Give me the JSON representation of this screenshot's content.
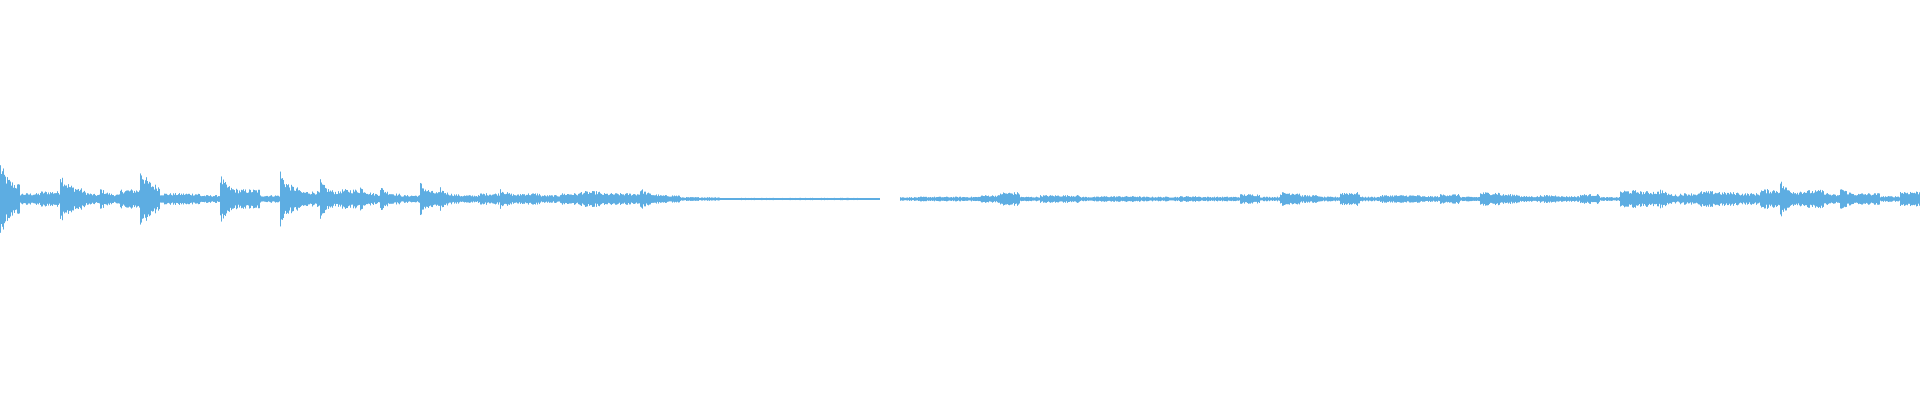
{
  "chart_data": {
    "type": "area",
    "title": "",
    "xlabel": "",
    "ylabel": "",
    "ylim": [
      -1,
      1
    ],
    "grid": false,
    "legend": "none",
    "color": "#5DADE2",
    "background": "#FFFFFF",
    "amplitude_envelope": [
      0.2,
      0.03,
      0.04,
      0.15,
      0.06,
      0.06,
      0.05,
      0.18,
      0.03,
      0.03,
      0.02,
      0.13,
      0.05,
      0.02,
      0.15,
      0.04,
      0.1,
      0.05,
      0.07,
      0.07,
      0.02,
      0.09,
      0.06,
      0.02,
      0.03,
      0.06,
      0.03,
      0.02,
      0.03,
      0.04,
      0.03,
      0.03,
      0.06,
      0.02,
      0.01,
      0.01,
      0.005,
      0.006,
      0.006,
      0.006,
      0.006,
      0.006,
      0.006,
      0.004,
      0,
      0.01,
      0.012,
      0.012,
      0.012,
      0.02,
      0.035,
      0.012,
      0.02,
      0.02,
      0.012,
      0.015,
      0.015,
      0.012,
      0.012,
      0.015,
      0.012,
      0.012,
      0.025,
      0.012,
      0.035,
      0.02,
      0.012,
      0.035,
      0.012,
      0.02,
      0.02,
      0.015,
      0.025,
      0.012,
      0.035,
      0.025,
      0.015,
      0.02,
      0.015,
      0.025,
      0.01,
      0.045,
      0.04,
      0.055,
      0.03,
      0.04,
      0.035,
      0.03,
      0.05,
      0.1,
      0.045,
      0.055,
      0.07,
      0.03,
      0.015,
      0.04
    ]
  }
}
